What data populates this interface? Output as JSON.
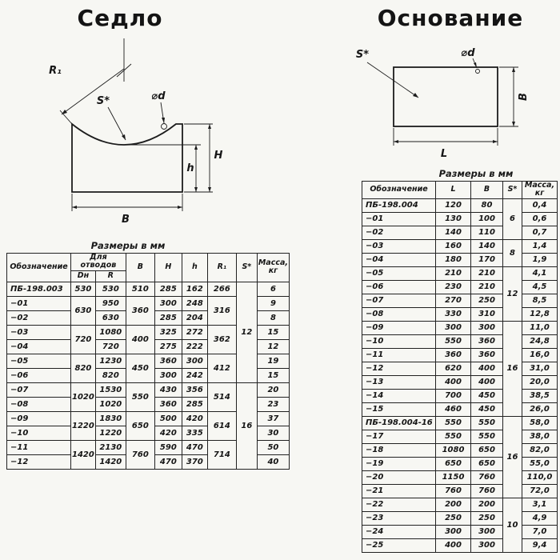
{
  "sections": {
    "left": {
      "title": "Седло",
      "drawing_labels": {
        "r1": "R₁",
        "s": "S*",
        "d": "⌀d",
        "H": "H",
        "h": "h",
        "B": "B"
      },
      "table": {
        "caption": "Размеры в мм",
        "headers": {
          "designation": "Обозначение",
          "group": "Для отводов",
          "dn": "Dн",
          "r": "R",
          "b": "B",
          "H": "H",
          "h": "h",
          "r1": "R₁",
          "s": "S*",
          "mass": "Масса, кг"
        },
        "rows": [
          [
            "ПБ-198.003",
            "530",
            "530",
            "510",
            "285",
            "162",
            "266",
            {
              "v": "12",
              "rs": 7
            },
            "6"
          ],
          [
            "−01",
            {
              "v": "630",
              "rs": 2
            },
            "950",
            {
              "v": "360",
              "rs": 2
            },
            "300",
            "248",
            {
              "v": "316",
              "rs": 2
            },
            null,
            "9"
          ],
          [
            "−02",
            null,
            "630",
            null,
            "285",
            "204",
            null,
            null,
            "8"
          ],
          [
            "−03",
            {
              "v": "720",
              "rs": 2
            },
            "1080",
            {
              "v": "400",
              "rs": 2
            },
            "325",
            "272",
            {
              "v": "362",
              "rs": 2
            },
            null,
            "15"
          ],
          [
            "−04",
            null,
            "720",
            null,
            "275",
            "222",
            null,
            null,
            "12"
          ],
          [
            "−05",
            {
              "v": "820",
              "rs": 2
            },
            "1230",
            {
              "v": "450",
              "rs": 2
            },
            "360",
            "300",
            {
              "v": "412",
              "rs": 2
            },
            null,
            "19"
          ],
          [
            "−06",
            null,
            "820",
            null,
            "300",
            "242",
            null,
            null,
            "15"
          ],
          [
            "−07",
            {
              "v": "1020",
              "rs": 2
            },
            "1530",
            {
              "v": "550",
              "rs": 2
            },
            "430",
            "356",
            {
              "v": "514",
              "rs": 2
            },
            {
              "v": "16",
              "rs": 6
            },
            "20"
          ],
          [
            "−08",
            null,
            "1020",
            null,
            "360",
            "285",
            null,
            null,
            "23"
          ],
          [
            "−09",
            {
              "v": "1220",
              "rs": 2
            },
            "1830",
            {
              "v": "650",
              "rs": 2
            },
            "500",
            "420",
            {
              "v": "614",
              "rs": 2
            },
            null,
            "37"
          ],
          [
            "−10",
            null,
            "1220",
            null,
            "420",
            "335",
            null,
            null,
            "30"
          ],
          [
            "−11",
            {
              "v": "1420",
              "rs": 2
            },
            "2130",
            {
              "v": "760",
              "rs": 2
            },
            "590",
            "470",
            {
              "v": "714",
              "rs": 2
            },
            null,
            "50"
          ],
          [
            "−12",
            null,
            "1420",
            null,
            "470",
            "370",
            null,
            null,
            "40"
          ]
        ]
      }
    },
    "right": {
      "title": "Основание",
      "drawing_labels": {
        "s": "S*",
        "d": "⌀d",
        "B": "B",
        "L": "L"
      },
      "table": {
        "caption": "Размеры в мм",
        "headers": {
          "designation": "Обозначение",
          "l": "L",
          "b": "B",
          "s": "S*",
          "mass": "Масса, кг"
        },
        "rows": [
          [
            "ПБ-198.004",
            "120",
            "80",
            {
              "v": "6",
              "rs": 3
            },
            "0,4"
          ],
          [
            "−01",
            "130",
            "100",
            null,
            "0,6"
          ],
          [
            "−02",
            "140",
            "110",
            null,
            "0,7"
          ],
          [
            "−03",
            "160",
            "140",
            {
              "v": "8",
              "rs": 2
            },
            "1,4"
          ],
          [
            "−04",
            "180",
            "170",
            null,
            "1,9"
          ],
          [
            "−05",
            "210",
            "210",
            {
              "v": "12",
              "rs": 4
            },
            "4,1"
          ],
          [
            "−06",
            "230",
            "210",
            null,
            "4,5"
          ],
          [
            "−07",
            "270",
            "250",
            null,
            "8,5"
          ],
          [
            "−08",
            "330",
            "310",
            null,
            "12,8"
          ],
          [
            "−09",
            "300",
            "300",
            {
              "v": "16",
              "rs": 7
            },
            "11,0"
          ],
          [
            "−10",
            "550",
            "360",
            null,
            "24,8"
          ],
          [
            "−11",
            "360",
            "360",
            null,
            "16,0"
          ],
          [
            "−12",
            "620",
            "400",
            null,
            "31,0"
          ],
          [
            "−13",
            "400",
            "400",
            null,
            "20,0"
          ],
          [
            "−14",
            "700",
            "450",
            null,
            "38,5"
          ],
          [
            "−15",
            "460",
            "450",
            null,
            "26,0"
          ],
          [
            "ПБ-198.004-16",
            "550",
            "550",
            {
              "v": "16",
              "rs": 6
            },
            "58,0"
          ],
          [
            "−17",
            "550",
            "550",
            null,
            "38,0"
          ],
          [
            "−18",
            "1080",
            "650",
            null,
            "82,0"
          ],
          [
            "−19",
            "650",
            "650",
            null,
            "55,0"
          ],
          [
            "−20",
            "1150",
            "760",
            null,
            "110,0"
          ],
          [
            "−21",
            "760",
            "760",
            null,
            "72,0"
          ],
          [
            "−22",
            "200",
            "200",
            {
              "v": "10",
              "rs": 4
            },
            "3,1"
          ],
          [
            "−23",
            "250",
            "250",
            null,
            "4,9"
          ],
          [
            "−24",
            "300",
            "300",
            null,
            "7,0"
          ],
          [
            "−25",
            "400",
            "300",
            null,
            "9,4"
          ]
        ]
      }
    }
  }
}
